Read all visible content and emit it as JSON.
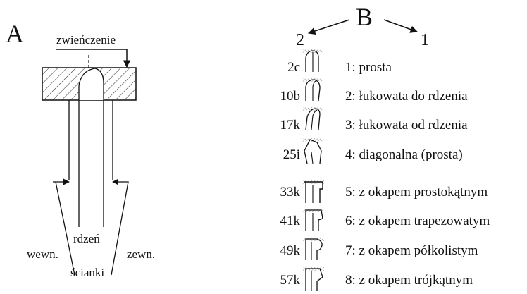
{
  "panel_a": {
    "letter": "A",
    "labels": {
      "zwienczenie": "zwieńczenie",
      "rdzen": "rdzeń",
      "wewn": "wewn.",
      "zewn": "zewn.",
      "scianki": "ścianki"
    }
  },
  "panel_b": {
    "letter": "B",
    "branch_left": "2",
    "branch_right": "1",
    "rows": [
      {
        "code": "2c",
        "description": "1: prosta"
      },
      {
        "code": "10b",
        "description": "2: łukowata do rdzenia"
      },
      {
        "code": "17k",
        "description": "3: łukowata od rdzenia"
      },
      {
        "code": "25i",
        "description": "4: diagonalna (prosta)"
      },
      {
        "code": "33k",
        "description": "5: z okapem prostokątnym"
      },
      {
        "code": "41k",
        "description": "6: z okapem trapezowatym"
      },
      {
        "code": "49k",
        "description": "7: z okapem półkolistym"
      },
      {
        "code": "57k",
        "description": "8: z okapem trójkątnym"
      }
    ]
  }
}
